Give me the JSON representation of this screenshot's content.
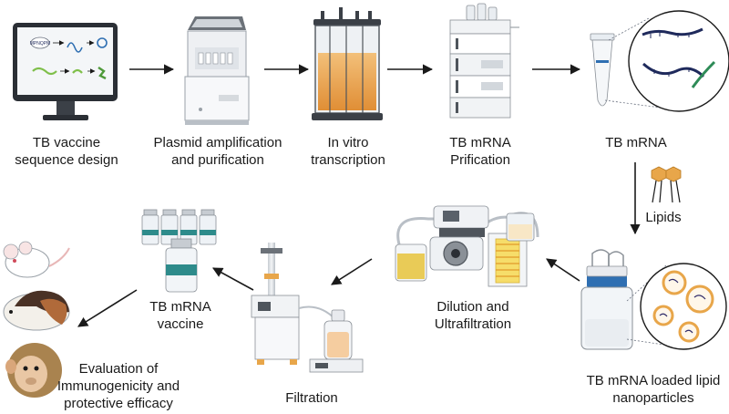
{
  "colors": {
    "arrow": "#1a1a1a",
    "orange": "#e8a64a",
    "orange_dark": "#d2852a",
    "grey_light": "#e9ebee",
    "grey_mid": "#b9bfc6",
    "grey_dark": "#4f555c",
    "navy": "#1f2a5c",
    "teal": "#2e8b57",
    "blue_cap": "#2f6fb2",
    "yellow": "#e6c33b"
  },
  "steps": {
    "design": {
      "lines": [
        "TB vaccine",
        "sequence design"
      ],
      "icon": "monitor-icon"
    },
    "plasmid": {
      "lines": [
        "Plasmid amplification",
        "and purification"
      ],
      "icon": "incubator-shaker-icon"
    },
    "ivt": {
      "lines": [
        "In vitro",
        "transcription"
      ],
      "icon": "bioreactor-icon"
    },
    "purification": {
      "lines": [
        "TB mRNA",
        "Prification"
      ],
      "icon": "hplc-system-icon"
    },
    "mrna": {
      "lines": [
        "TB mRNA"
      ],
      "icon": "mrna-tube-icon"
    },
    "lipids": {
      "lines": [
        "Lipids"
      ],
      "icon": "lipid-molecule-icon"
    },
    "lnp": {
      "lines": [
        "TB mRNA loaded lipid",
        "nanoparticles"
      ],
      "icon": "lnp-bottle-icon"
    },
    "dilution": {
      "lines": [
        "Dilution and",
        "Ultrafiltration"
      ],
      "icon": "pump-system-icon"
    },
    "filtration": {
      "lines": [
        "Filtration"
      ],
      "icon": "filtration-device-icon"
    },
    "vaccine": {
      "lines": [
        "TB mRNA",
        "vaccine"
      ],
      "icon": "vaccine-vials-icon"
    },
    "evaluation": {
      "lines": [
        "Evaluation of",
        "Immunogenicity and",
        "protective efficacy"
      ],
      "icon": "animal-models-icon"
    }
  }
}
